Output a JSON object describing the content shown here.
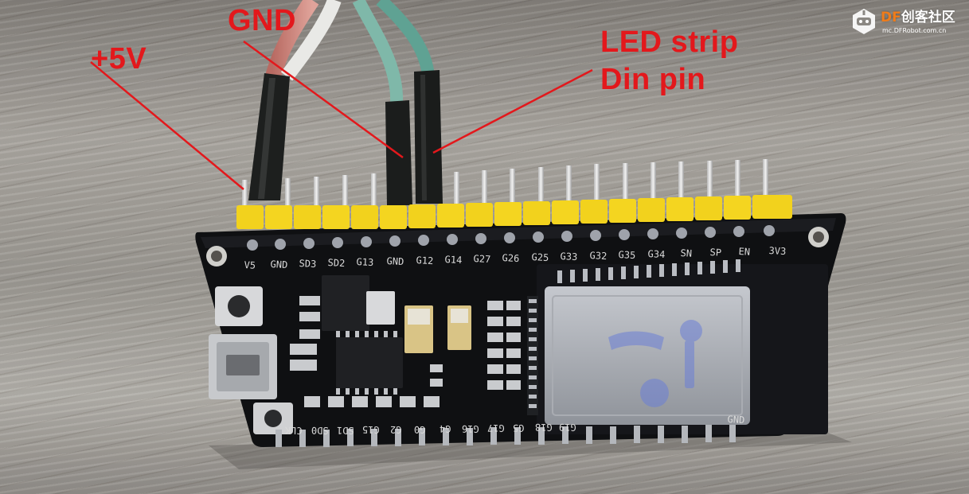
{
  "annotations": {
    "power_label": "+5V",
    "ground_label": "GND",
    "signal_label_line1": "LED strip",
    "signal_label_line2": "Din pin",
    "line_color": "#e3181c"
  },
  "board": {
    "top_pin_labels": [
      "V5",
      "GND",
      "SD3",
      "SD2",
      "G13",
      "GND",
      "G12",
      "G14",
      "G27",
      "G26",
      "G25",
      "G33",
      "G32",
      "G35",
      "G34",
      "SN",
      "SP",
      "EN",
      "3V3"
    ],
    "bottom_pin_labels": [
      "CLK",
      "SD0",
      "SD1",
      "G15",
      "G2",
      "G0",
      "G4",
      "G16",
      "G17",
      "G5",
      "G18",
      "G19",
      "GND"
    ]
  },
  "watermark": {
    "logo_icon": "robot-head-icon",
    "title_prefix": "DF",
    "title_suffix": "创客社区",
    "url": "mc.DFRobot.com.cn",
    "brand_color": "#ef7c1a"
  }
}
